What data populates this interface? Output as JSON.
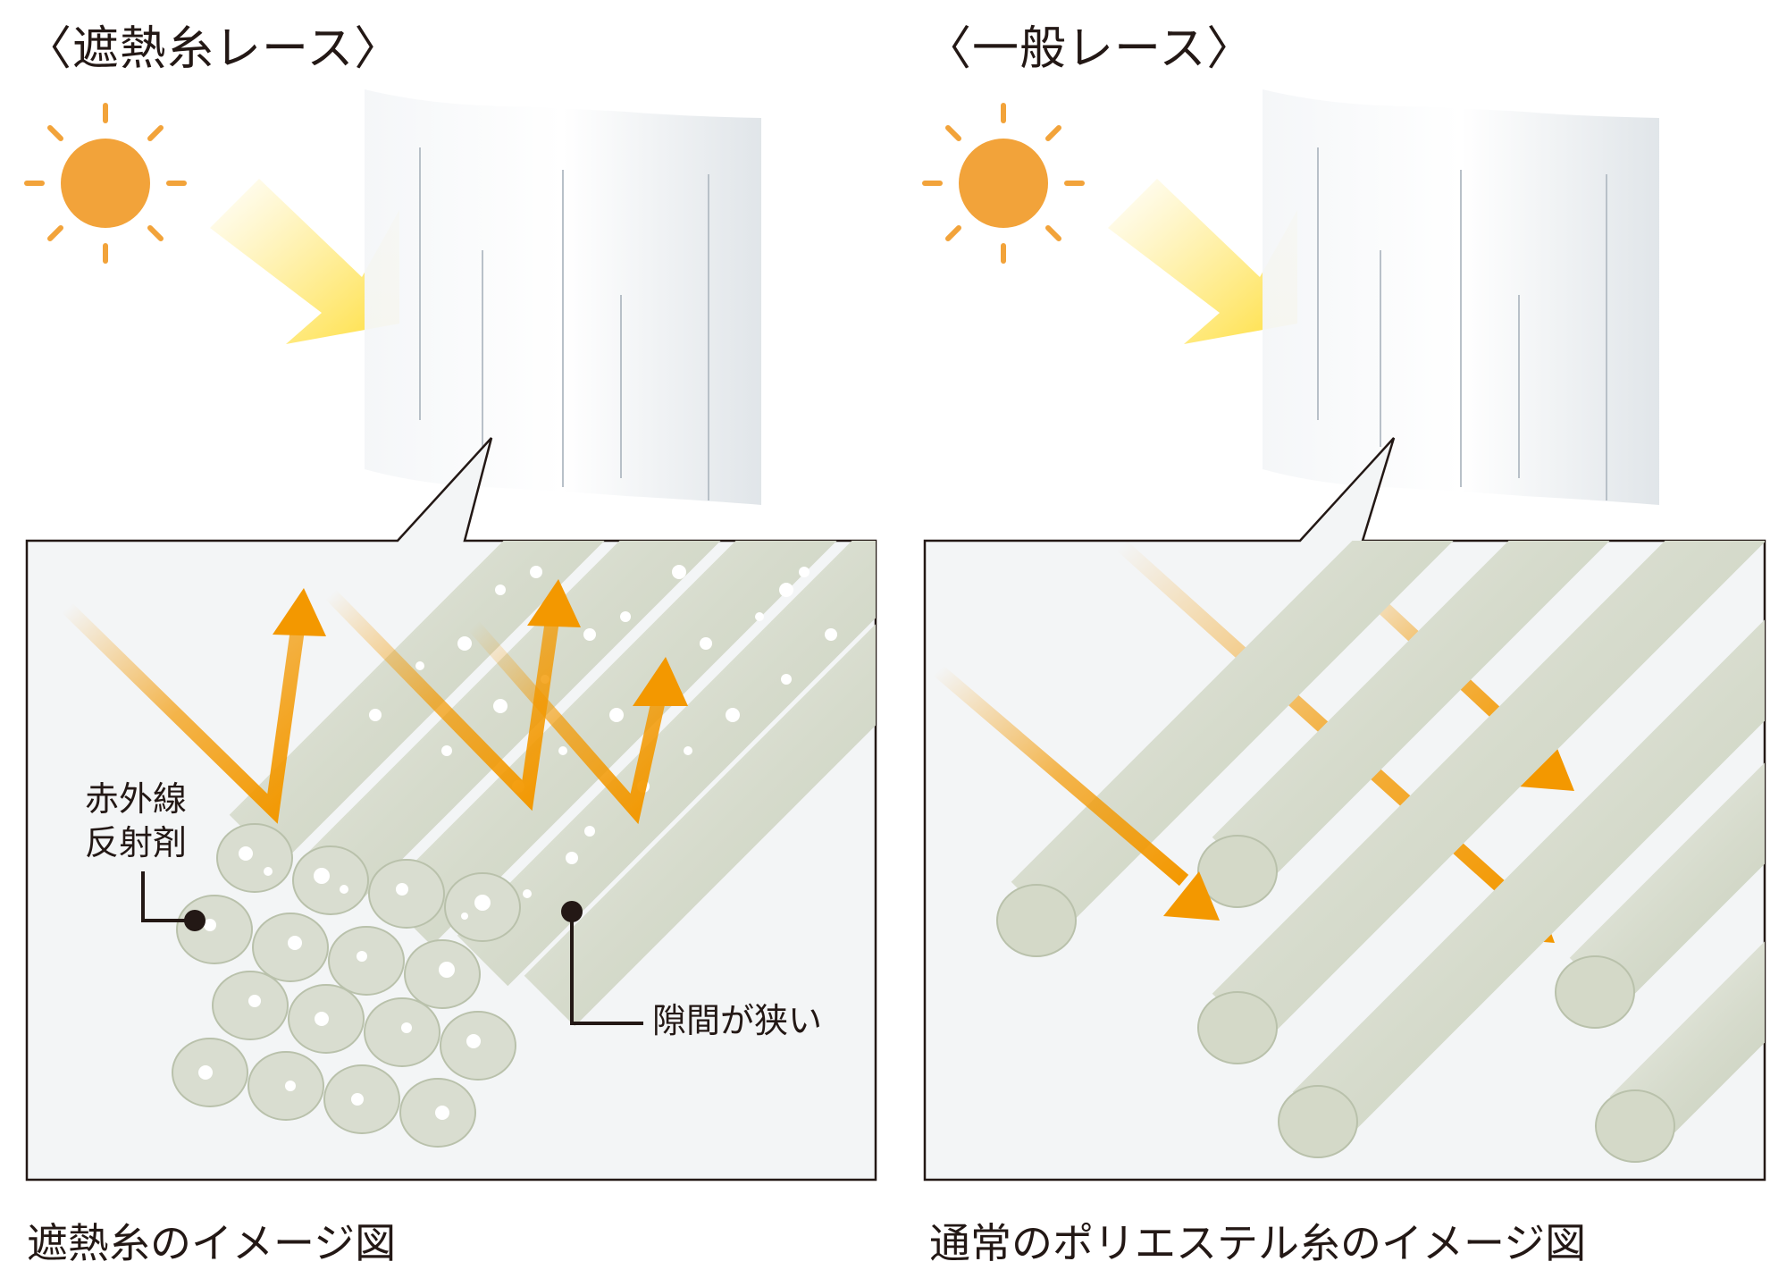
{
  "left": {
    "heading": "〈遮熱糸レース〉",
    "caption": "遮熱糸のイメージ図",
    "label_agent_line1": "赤外線",
    "label_agent_line2": "反射剤",
    "label_gap": "隙間が狭い"
  },
  "right": {
    "heading": "〈一般レース〉",
    "caption": "通常のポリエステル糸のイメージ図"
  },
  "colors": {
    "sun": "#f2a33a",
    "sunlight": "#ffe14d",
    "arrow": "#f39800",
    "fiber": "#d9ddd0",
    "fiber_end": "#c9cfbd",
    "panel_bg": "#f3f5f6",
    "curtain": "#eef1f3",
    "text": "#231815"
  }
}
